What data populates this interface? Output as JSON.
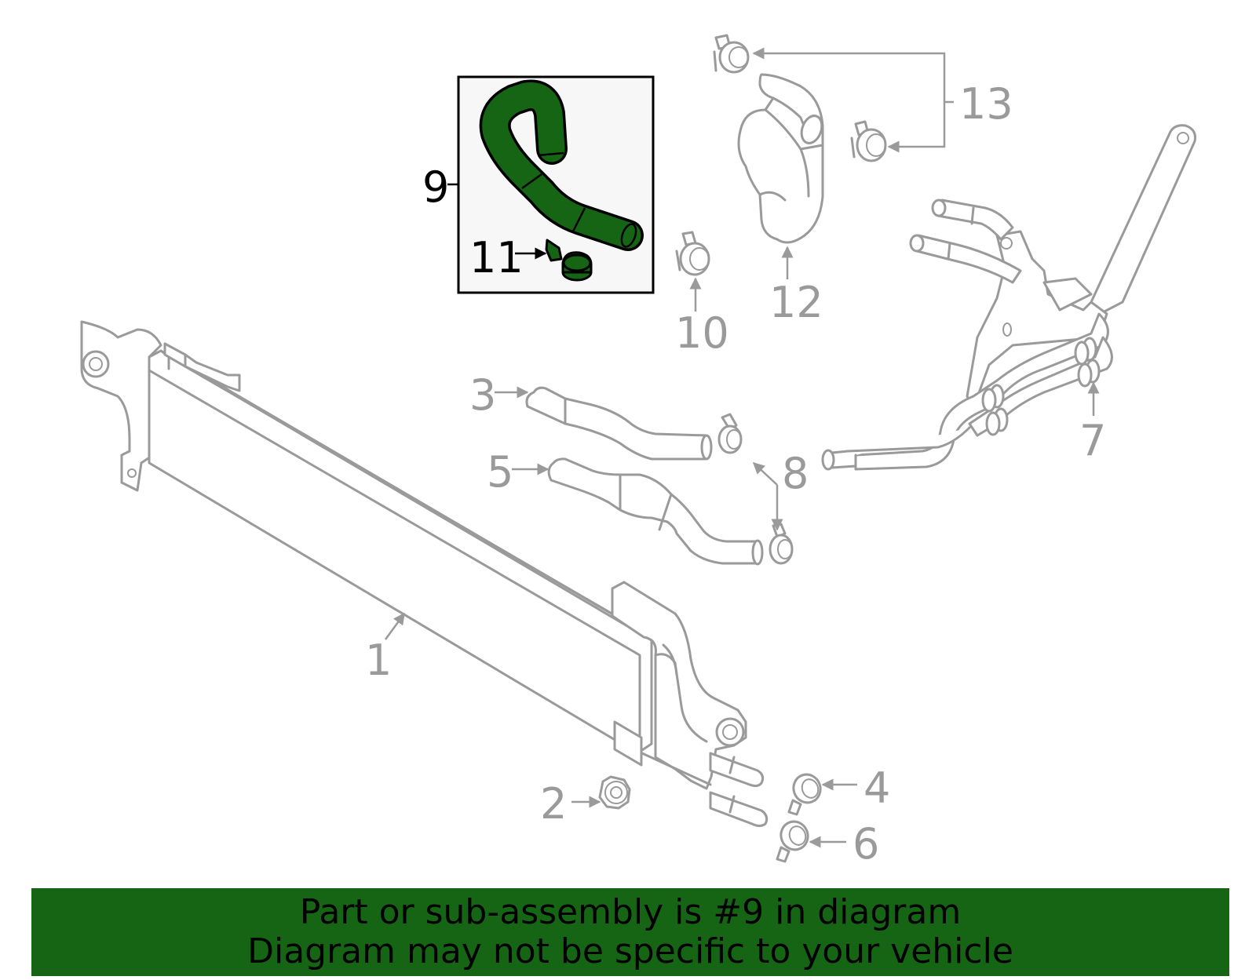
{
  "colors": {
    "highlight": "#156515",
    "part_line": "#9a9a9a",
    "inset_bg": "#f7f7f7",
    "banner_bg": "#156515"
  },
  "callouts": {
    "c1": "1",
    "c2": "2",
    "c3": "3",
    "c4": "4",
    "c5": "5",
    "c6": "6",
    "c7": "7",
    "c8": "8",
    "c9": "9",
    "c10": "10",
    "c11": "11",
    "c12": "12",
    "c13": "13"
  },
  "banner": {
    "line1": "Part or sub-assembly is #9 in diagram",
    "line2": "Diagram may not be specific to your vehicle"
  }
}
